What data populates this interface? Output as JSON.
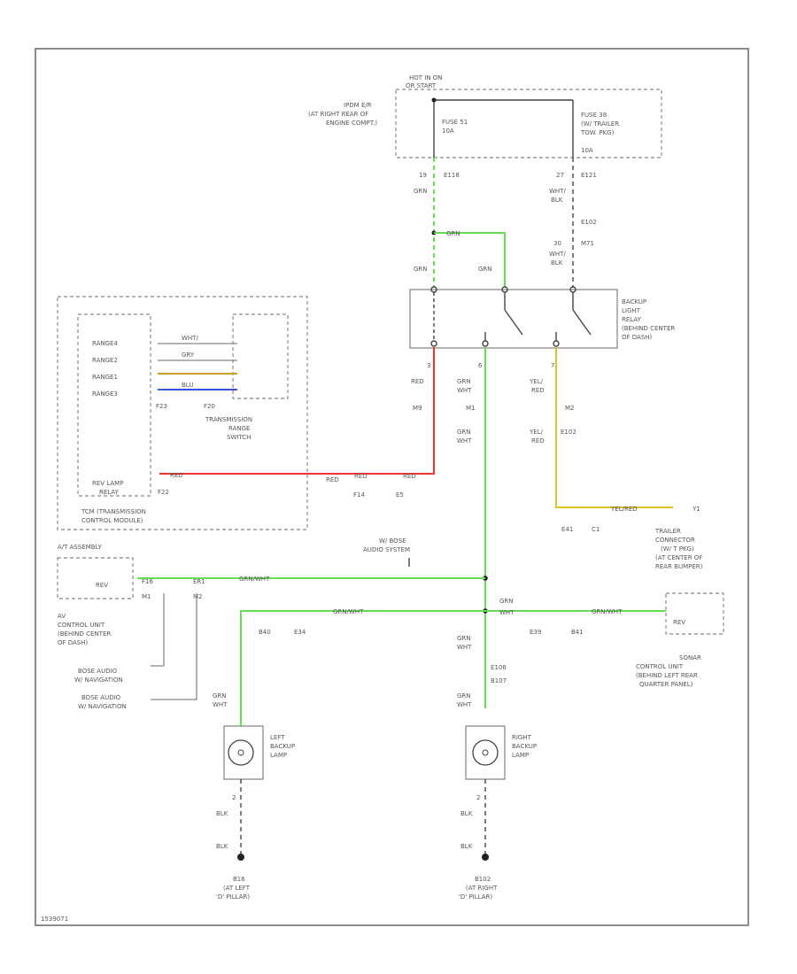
{
  "power": {
    "hot": "HOT IN ON",
    "hot2": "OR START",
    "ipdm": "IPDM E/R",
    "ipdm_loc1": "(AT RIGHT REAR OF",
    "ipdm_loc2": "ENGINE COMPT.)",
    "fuse1": "FUSE 51",
    "fuse1_amp": "10A",
    "fuse2": "FUSE 38",
    "fuse2_note": "(W/ TRAILER",
    "fuse2_note2": "TOW. PKG)",
    "fuse2_amp": "10A"
  },
  "relay": {
    "name": "BACKUP",
    "name2": "LIGHT",
    "name3": "RELAY",
    "loc": "(BEHIND CENTER",
    "loc2": "OF DASH)"
  },
  "tcm": {
    "title": "TCM (TRANSMISSION",
    "title2": "CONTROL MODULE)",
    "pins": [
      "RANGE4",
      "RANGE2",
      "RANGE1",
      "RANGE3"
    ],
    "rev_lamp": "REV LAMP",
    "relay": "RELAY",
    "f23": "F23",
    "f22": "F22",
    "f20": "F20",
    "switch": "TRANSMISSION",
    "switch2": "RANGE",
    "switch3": "SWITCH"
  },
  "wires": {
    "grn": "GRN",
    "grn_wht": "GRN/WHT",
    "grn_wht_s": "WHT",
    "red": "RED",
    "wht_blk": "WHT/",
    "blk": "BLK",
    "yel_red": "YEL/",
    "red2": "RED",
    "blk_w": "BLK",
    "grn_ht": "GRN/WHT",
    "yel_red_full": "YEL/RED",
    "gry": "GRY",
    "blu": "BLU"
  },
  "connectors": {
    "e118": "E118",
    "e121": "E121",
    "e102": "E102",
    "m71": "M71",
    "c19": "19",
    "c27": "27",
    "c30": "30",
    "c3": "3",
    "c6": "6",
    "c7": "7",
    "c2": "2",
    "f14": "F14",
    "e5": "E5",
    "m9": "M9",
    "e41": "E41",
    "c1": "C1",
    "b41": "B41",
    "e34": "E34",
    "b40": "B40",
    "e39": "E39",
    "b41b": "B41",
    "e108": "E108",
    "b107": "B107",
    "m1": "M1",
    "m2": "M2",
    "y1": "Y1",
    "ew1": "ER1",
    "rev": "REV",
    "f16": "F16"
  },
  "audio": {
    "label": "W/ BOSE",
    "label2": "AUDIO SYSTEM",
    "bose_nav": "BOSE AUDIO",
    "bose_nav2": "W/ NAVIGATION",
    "bose_nonav": "BOSE AUDIO",
    "bose_nonav2": "W/ NAVIGATION"
  },
  "at_assembly": {
    "label": "A/T ASSEMBLY",
    "rev": "REV"
  },
  "ac_unit": {
    "label": "AV",
    "label2": "CONTROL UNIT",
    "label3": "(BEHIND CENTER",
    "label4": "OF DASH)"
  },
  "trailer": {
    "label": "TRAILER",
    "label2": "CONNECTOR",
    "label3": "(W/ T PKG)",
    "label4": "(AT CENTER OF",
    "label5": "REAR BUMPER)"
  },
  "sonar": {
    "rev": "REV",
    "label": "SONAR",
    "label2": "CONTROL UNIT",
    "label3": "(BEHIND LEFT REAR",
    "label4": "QUARTER PANEL)"
  },
  "lamps": {
    "left": "LEFT",
    "left2": "BACKUP",
    "left3": "LAMP",
    "right": "RIGHT",
    "right2": "BACKUP",
    "right3": "LAMP"
  },
  "grounds": {
    "left": "B16",
    "left_loc": "(AT LEFT",
    "left_loc2": "'D' PILLAR)",
    "right": "B102",
    "right_loc": "(AT RIGHT",
    "right_loc2": "'D' PILLAR)"
  },
  "footer": {
    "code": "1539071"
  }
}
